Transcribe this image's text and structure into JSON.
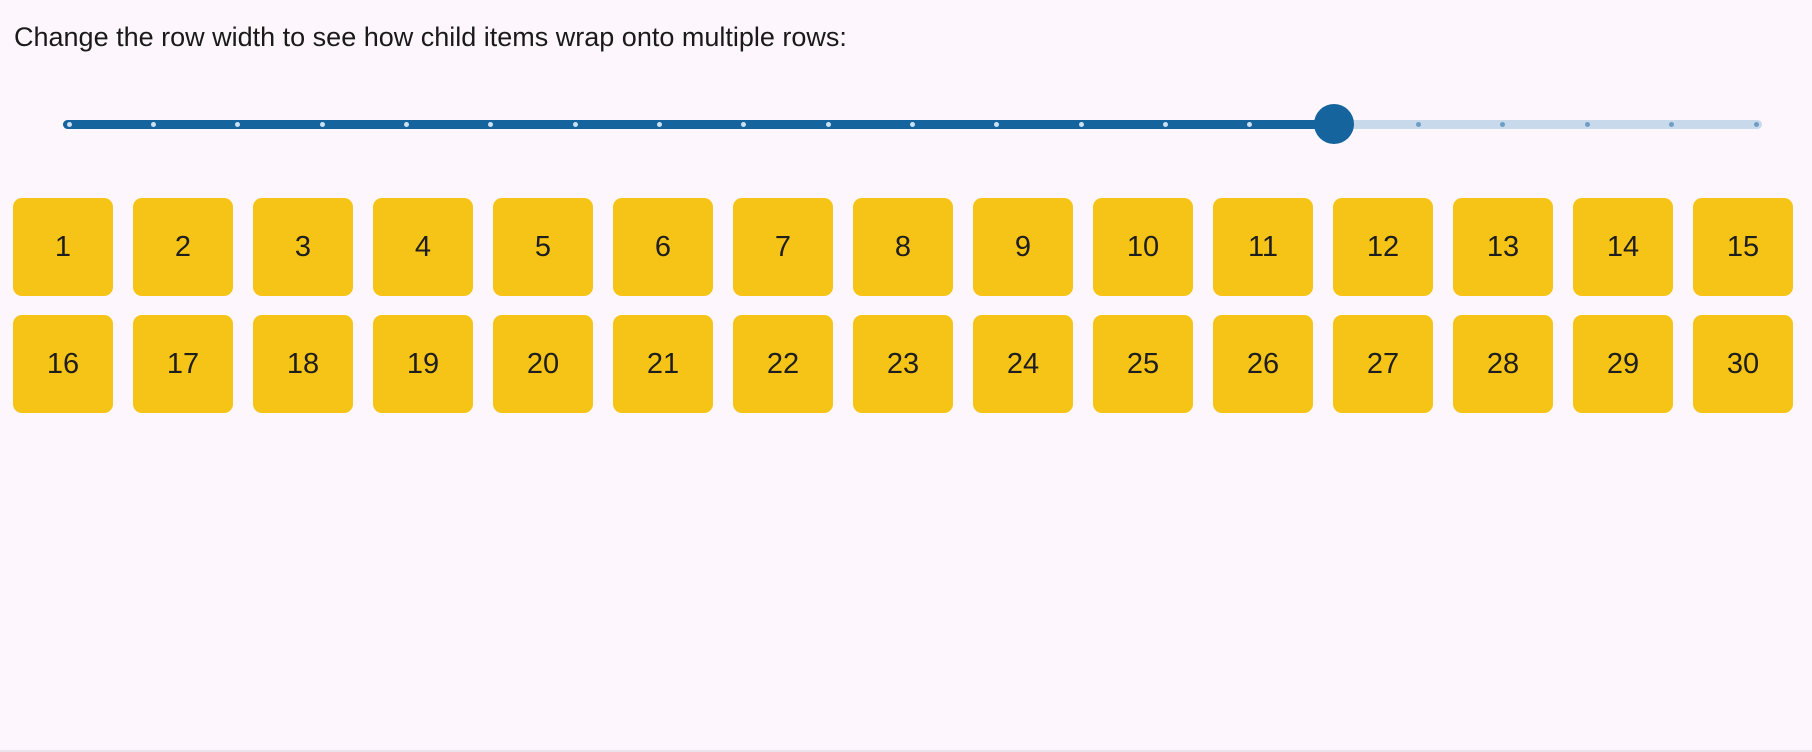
{
  "page": {
    "background_color": "#FDF6FD",
    "title": "Change the row width to see how child items wrap onto multiple rows:"
  },
  "slider": {
    "label": "row-width",
    "min": 0,
    "max": 100,
    "step": 5,
    "value": 75,
    "tick_count": 21,
    "accent_color": "#15649E",
    "rail_color": "#C7D9EA",
    "tick_color_on_fill": "#CBE0F2",
    "tick_color_on_rail": "#6E9EC6"
  },
  "items": {
    "per_row": 15,
    "box_color": "#F6C416",
    "text_color": "#1E1E1E",
    "labels": [
      "1",
      "2",
      "3",
      "4",
      "5",
      "6",
      "7",
      "8",
      "9",
      "10",
      "11",
      "12",
      "13",
      "14",
      "15",
      "16",
      "17",
      "18",
      "19",
      "20",
      "21",
      "22",
      "23",
      "24",
      "25",
      "26",
      "27",
      "28",
      "29",
      "30"
    ]
  }
}
